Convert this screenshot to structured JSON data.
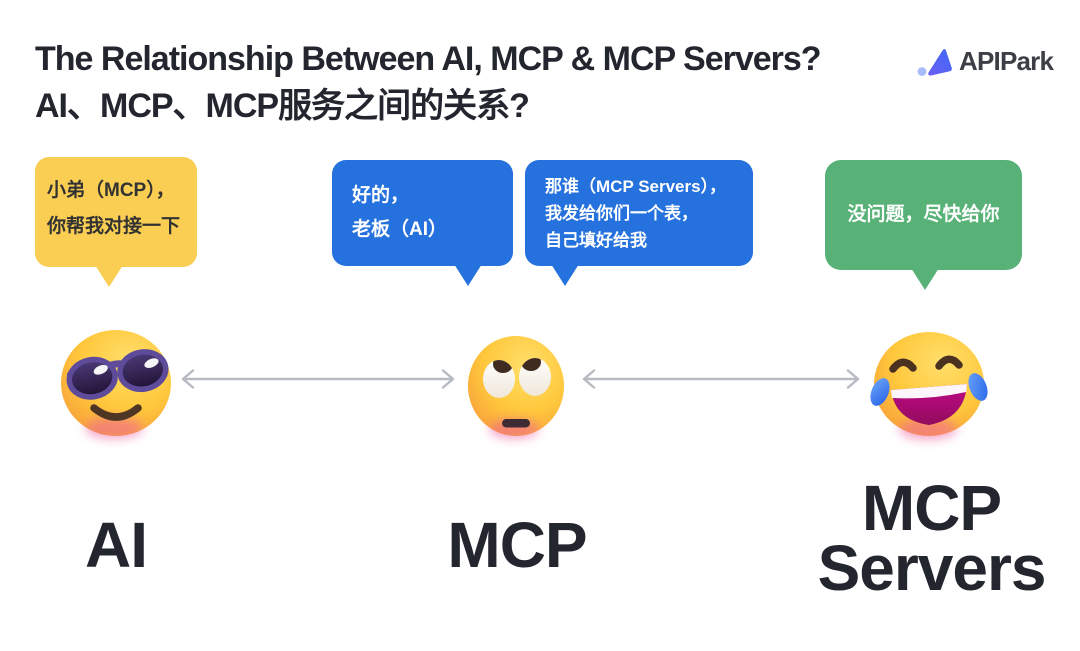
{
  "header": {
    "title_line1": "The Relationship Between AI, MCP & MCP Servers?",
    "title_line2": "AI、MCP、MCP服务之间的关系?",
    "logo": {
      "text": "APIPark"
    }
  },
  "bubbles": [
    {
      "speaker": "AI",
      "style": "yellow",
      "lines": [
        "小弟（MCP），",
        "你帮我对接一下"
      ]
    },
    {
      "speaker": "MCP",
      "style": "blue",
      "lines": [
        "好的，",
        "老板（AI）"
      ]
    },
    {
      "speaker": "MCP",
      "style": "blue",
      "lines": [
        "那谁（MCP Servers），",
        "我发给你们一个表，",
        "自己填好给我"
      ]
    },
    {
      "speaker": "MCP Servers",
      "style": "green",
      "lines": [
        "没问题，尽快给你"
      ]
    }
  ],
  "actors": [
    {
      "label": "AI",
      "emoji": "smiling-face-with-sunglasses"
    },
    {
      "label": "MCP",
      "emoji": "face-with-rolling-eyes"
    },
    {
      "label": "MCP Servers",
      "emoji": "face-with-tears-of-joy"
    }
  ],
  "colors": {
    "bubble_yellow": "#F9CE52",
    "bubble_blue": "#2571DD",
    "bubble_green": "#58B277",
    "title_text": "#23262E",
    "bubble_dark_text": "#323232",
    "bubble_light_text": "#FFFFFF",
    "arrow_gray": "#B6BAC2"
  }
}
